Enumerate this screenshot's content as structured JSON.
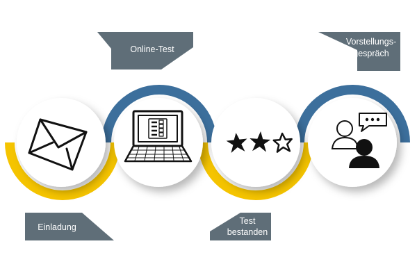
{
  "process": {
    "steps": [
      {
        "label": "Einladung",
        "icon": "envelope-icon"
      },
      {
        "label": "Online-Test",
        "icon": "laptop-checklist-icon"
      },
      {
        "label": "Test\nbestanden",
        "icon": "stars-rating-icon"
      },
      {
        "label": "Vorstellungs-\ngespräch",
        "icon": "interview-people-icon"
      }
    ]
  },
  "colors": {
    "yellow_arc": "#f5c400",
    "blue_arc": "#3c6f9c",
    "label_bg": "#5f6e78",
    "circle_fill": "#ffffff",
    "icon_stroke": "#111111"
  }
}
